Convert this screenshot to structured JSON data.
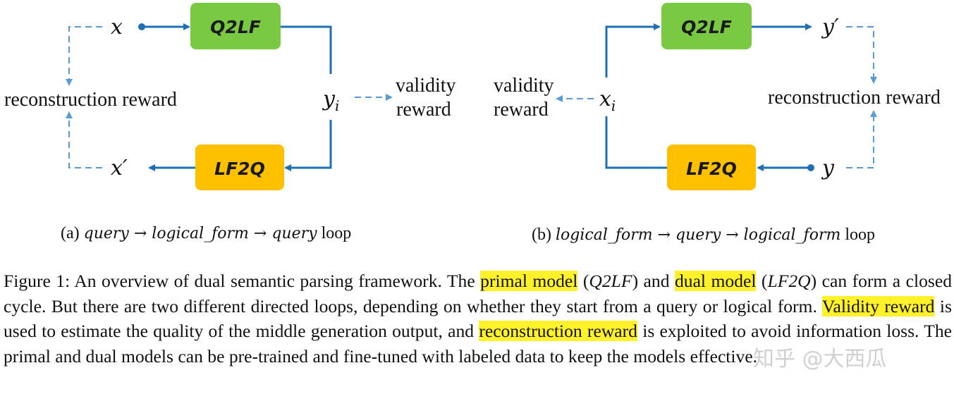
{
  "colors": {
    "arrow": "#1f6fb5",
    "dashed": "#5b9bd5",
    "q2lf_box": "#7ac943",
    "lf2q_box": "#ffc000",
    "highlight": "#fff22b"
  },
  "panel_a": {
    "box_top": "Q2LF",
    "box_bottom": "LF2Q",
    "var_x": "x",
    "var_x_prime": "x′",
    "var_y": "y",
    "var_y_sub": "i",
    "reconstruction": "reconstruction reward",
    "validity_line1": "validity",
    "validity_line2": "reward",
    "caption_prefix": "(a)",
    "caption_math": "query → logical_form → query",
    "caption_suffix": "loop"
  },
  "panel_b": {
    "box_top": "Q2LF",
    "box_bottom": "LF2Q",
    "var_y_prime": "y′",
    "var_y": "y",
    "var_x": "x",
    "var_x_sub": "i",
    "reconstruction": "reconstruction reward",
    "validity_line1": "validity",
    "validity_line2": "reward",
    "caption_prefix": "(b)",
    "caption_math": "logical_form → query → logical_form",
    "caption_suffix": "loop"
  },
  "caption": {
    "t1": "Figure 1: An overview of dual semantic parsing framework. The ",
    "h1": "primal model",
    "t2": " (",
    "m1": "Q2LF",
    "t3": ") and ",
    "h2": "dual model",
    "t4": " (",
    "m2": "LF2Q",
    "t5": ") can form a closed cycle. But there are two different directed loops, depending on whether they start from a query or logical form. ",
    "h3": "Validity reward",
    "t6": " is used to estimate the quality of the middle generation output, and ",
    "h4": "reconstruction reward",
    "t7": " is exploited to avoid information loss. The primal and dual models can be pre-trained and fine-tuned with labeled data to keep the models effective."
  },
  "watermark": "知乎 @大西瓜"
}
